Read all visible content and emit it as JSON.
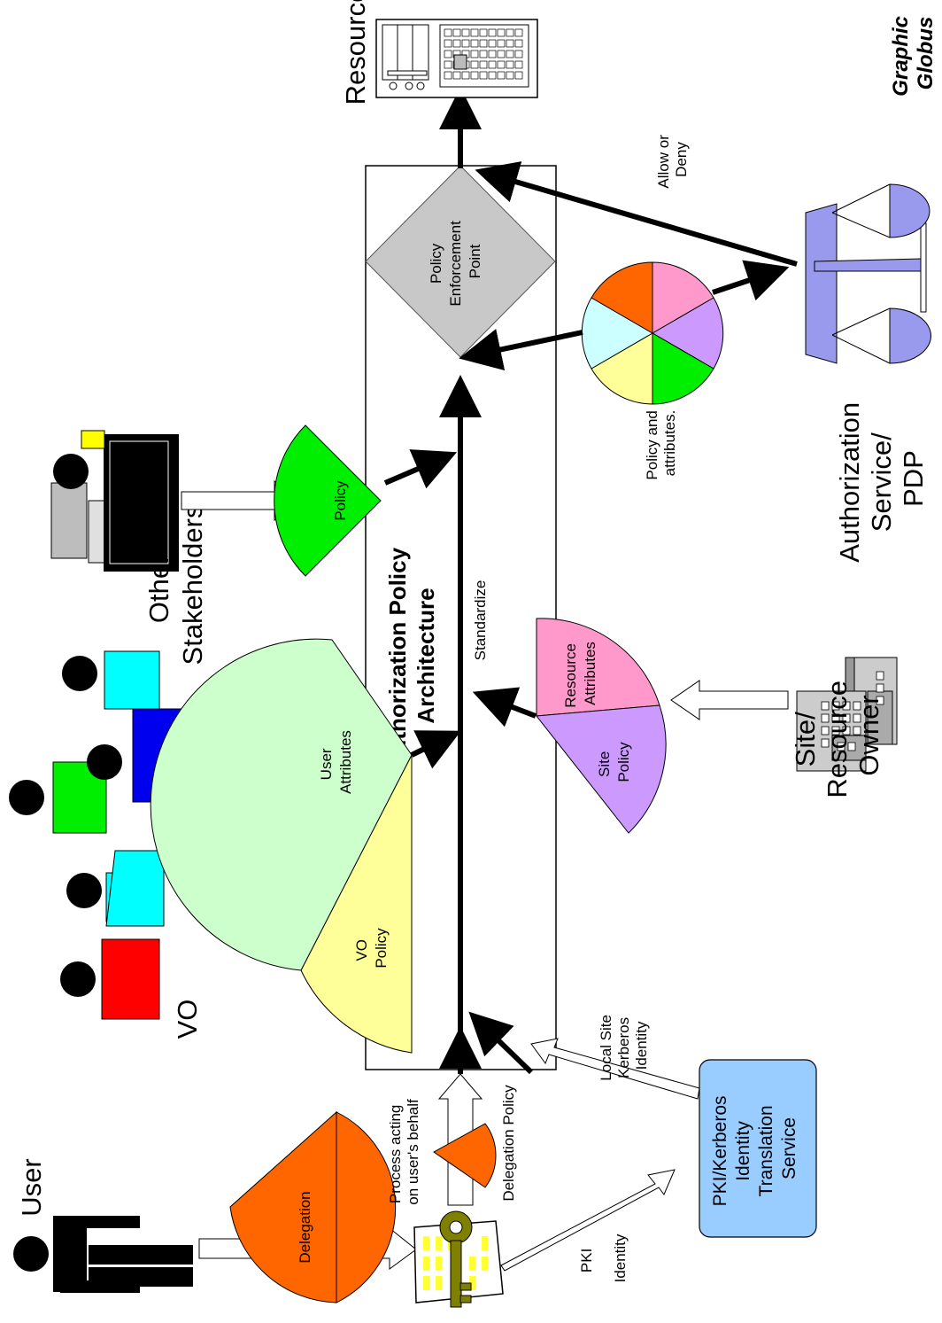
{
  "actors": {
    "user": "User",
    "vo": "VO",
    "other_stakeholders": [
      "Other",
      "Stakeholders"
    ],
    "site_owner": [
      "Site/",
      "Resource",
      "Owner"
    ],
    "resource": "Resource",
    "authz_service": [
      "Authorization",
      "Service/",
      "PDP"
    ]
  },
  "architecture": {
    "title": [
      "Authorization Policy",
      "Architecture"
    ],
    "pep": [
      "Policy",
      "Enforcement",
      "Point"
    ]
  },
  "wedges": {
    "delegation": "Delegation",
    "vo_policy": [
      "VO",
      "Policy"
    ],
    "user_attributes": [
      "User",
      "Attributes"
    ],
    "policy": "Policy",
    "resource_attributes": [
      "Resource",
      "Attributes"
    ],
    "site_policy": [
      "Site",
      "Policy"
    ]
  },
  "labels": {
    "process_acting": [
      "Process acting",
      "on user's behalf"
    ],
    "delegation_policy": "Delegation Policy",
    "pki_identity": [
      "PKI",
      "Identity"
    ],
    "local_site_kerberos": [
      "Local Site",
      "Kerberos",
      "Identity"
    ],
    "translation_service": [
      "PKI/Kerberos",
      "Identity",
      "Translation",
      "Service"
    ],
    "standardize": "Standardize",
    "policy_attributes": [
      "Policy and",
      "attributes."
    ],
    "allow_deny": [
      "Allow or",
      "Deny"
    ],
    "credit": [
      "Graphic",
      "Globus"
    ]
  },
  "colors": {
    "orange": "#ff6600",
    "yellow": "#ffff99",
    "light_green": "#ccffcc",
    "green": "#00ee00",
    "pink": "#ff99cc",
    "lavender": "#cc99ff",
    "light_cyan": "#ccffff",
    "translation_box": "#99ccff",
    "pep_gray": "#c8c8c8",
    "scale_purple": "#9999ee"
  }
}
